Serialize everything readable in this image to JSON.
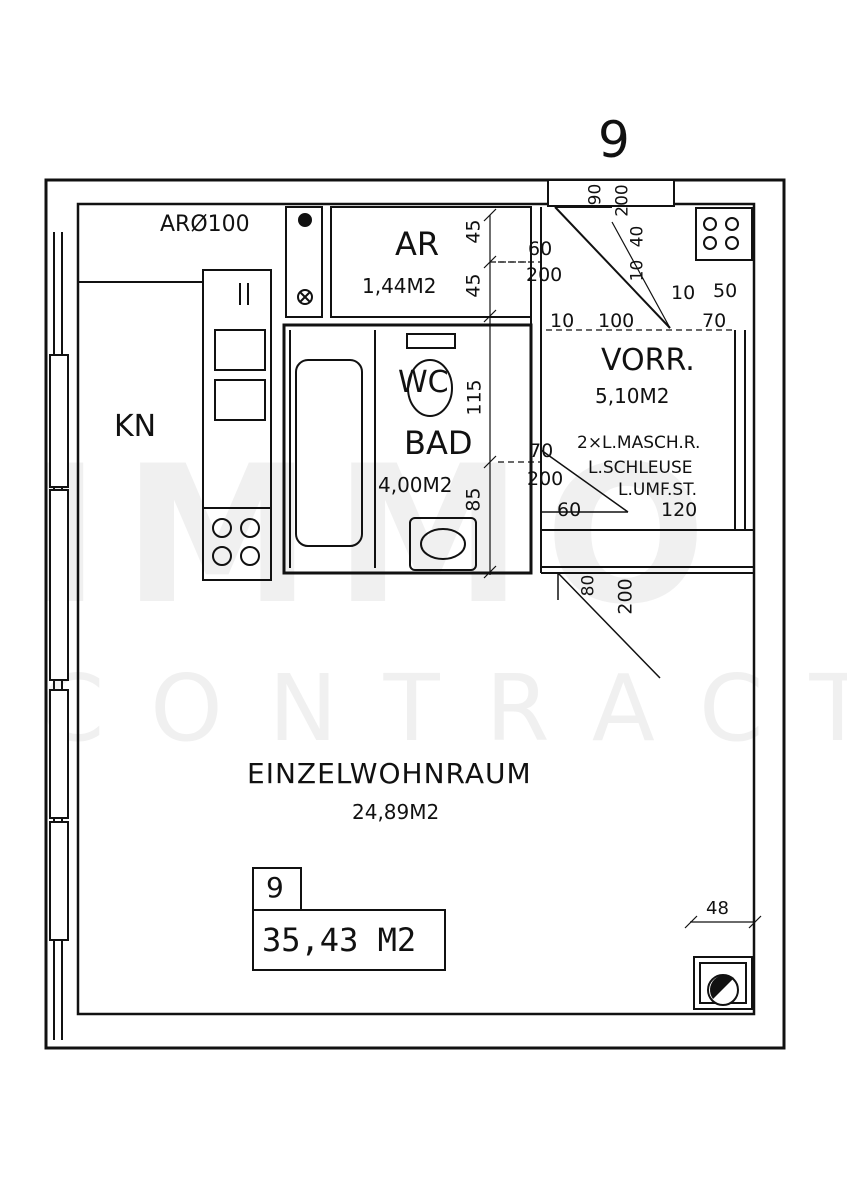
{
  "unit": {
    "number": "9",
    "box_number": "9",
    "total_area": "35,43 M2"
  },
  "rooms": {
    "kitchen": {
      "label": "KN",
      "vent_label": "ARØ100"
    },
    "storage": {
      "label": "AR",
      "area": "1,44M2"
    },
    "bath": {
      "label": "BAD",
      "area": "4,00M2",
      "wc_label": "WC"
    },
    "hall": {
      "label": "VORR.",
      "area": "5,10M2",
      "note_1": "2×L.MASCH.R.",
      "note_2": "L.SCHLEUSE",
      "note_3": "L.UMF.ST."
    },
    "living": {
      "label": "EINZELWOHNRAUM",
      "area": "24,89M2"
    }
  },
  "dimensions": {
    "d45a": "45",
    "d45b": "45",
    "d115": "115",
    "d85": "85",
    "d60_top": "60",
    "d200_top": "200",
    "d90": "90",
    "d200_entry": "200",
    "d40": "40",
    "d10_entry": "10",
    "d10_left": "10",
    "d100": "100",
    "d10_right": "10",
    "d50": "50",
    "d70_right": "70",
    "d70_door": "70",
    "d200_door": "200",
    "d60_door": "60",
    "d120": "120",
    "d80": "80",
    "d200_living": "200",
    "d48": "48"
  },
  "watermark": {
    "line1": "IMMO",
    "line2": "CONTRACT"
  }
}
